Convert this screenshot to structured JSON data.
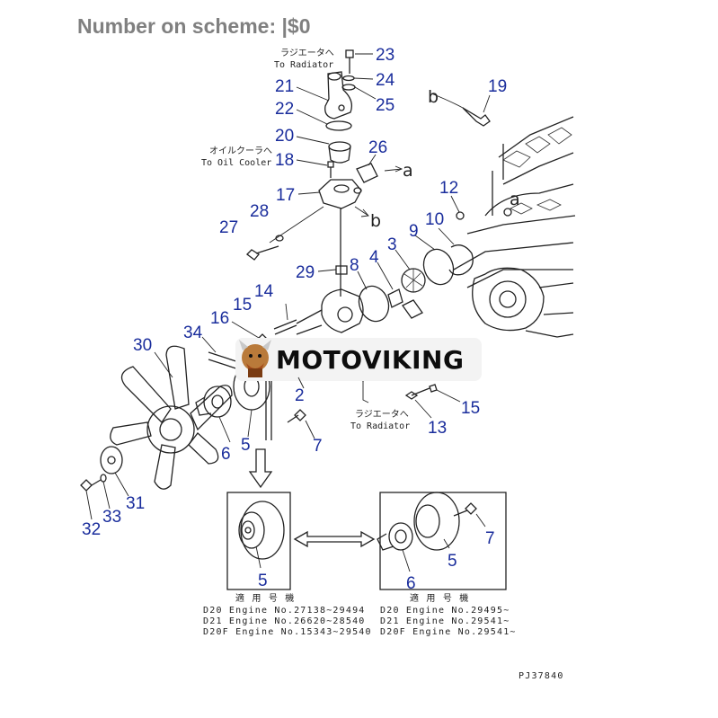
{
  "heading": "Number on scheme: |$0",
  "watermark": "MOTOVIKING",
  "callouts": {
    "n23": "23",
    "n24": "24",
    "n25": "25",
    "n21": "21",
    "n22": "22",
    "n20": "20",
    "n26": "26",
    "n18": "18",
    "n17": "17",
    "n19": "19",
    "n12": "12",
    "n10": "10",
    "n9": "9",
    "n3": "3",
    "n4": "4",
    "n8": "8",
    "n29": "29",
    "n28": "28",
    "n27": "27",
    "n14": "14",
    "n15a": "15",
    "n16": "16",
    "n34": "34",
    "n30": "30",
    "n2": "2",
    "n15b": "15",
    "n13": "13",
    "n7a": "7",
    "n6a": "6",
    "n5a": "5",
    "n31": "31",
    "n33": "33",
    "n32": "32",
    "n5b": "5",
    "n7b": "7",
    "n5c": "5",
    "n6b": "6"
  },
  "letters": {
    "a1": "a",
    "b1": "b",
    "b2": "b",
    "a2": "a"
  },
  "japanese": {
    "to_radiator_top_jp": "ラジエータへ",
    "to_radiator_top_en": "To Radiator",
    "to_oil_cooler_jp": "オイルクーラへ",
    "to_oil_cooler_en": "To Oil Cooler",
    "to_radiator_bottom_jp": "ラジエータへ",
    "to_radiator_bottom_en": "To Radiator"
  },
  "applicability_left": {
    "header": "適 用 号 機",
    "rows": [
      "D20   Engine No.27138~29494",
      "D21   Engine No.26620~28540",
      "D20F  Engine No.15343~29540"
    ]
  },
  "applicability_right": {
    "header": "適 用 号 機",
    "rows": [
      "D20   Engine No.29495~",
      "D21   Engine No.29541~",
      "D20F  Engine No.29541~"
    ]
  },
  "drawing_code": "PJ37840",
  "colors": {
    "callout": "#1a2d9c",
    "heading": "#808080",
    "line": "#222222"
  }
}
